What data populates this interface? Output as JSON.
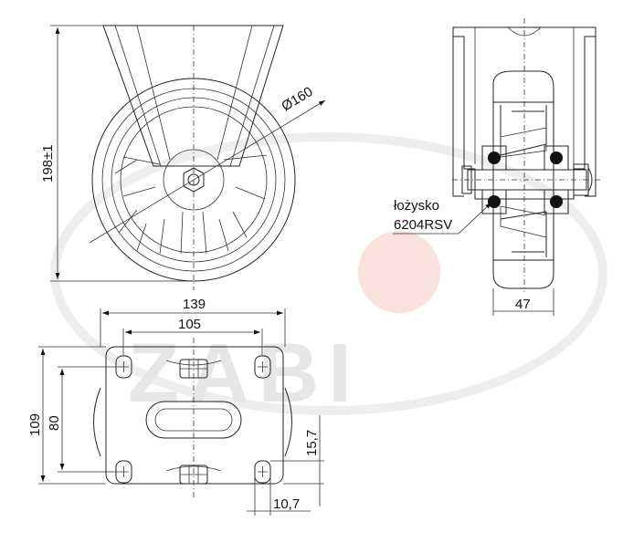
{
  "dimensions": {
    "height": "198±1",
    "diameter": "Ø160",
    "plate_width": "139",
    "bolt_spacing_x": "105",
    "plate_length": "109",
    "bolt_spacing_y": "80",
    "slot_offset": "15,7",
    "hole_offset": "10,7",
    "wheel_width": "47"
  },
  "bearing_note": {
    "line1": "łożysko",
    "line2": "6204RSV"
  },
  "watermark": {
    "text": "ZABI",
    "color": "#e8e8e8",
    "accent_color": "#f7d8d2"
  },
  "colors": {
    "line": "#222222",
    "section_fill": "#000000"
  }
}
